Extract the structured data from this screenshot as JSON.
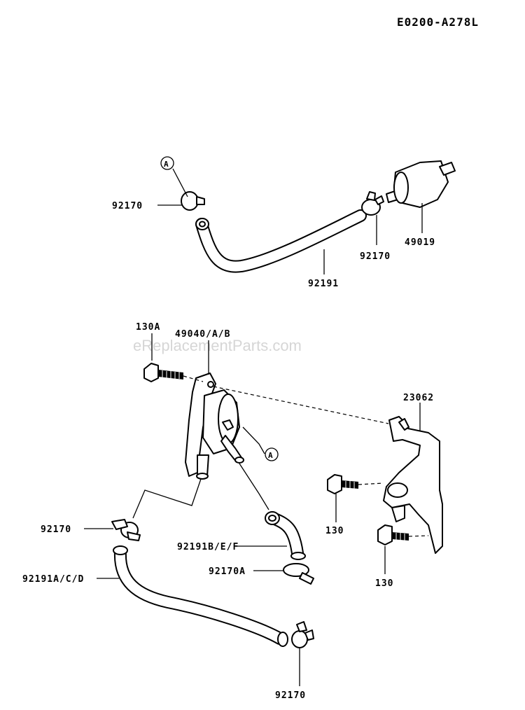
{
  "diagram_code": "E0200-A278L",
  "watermark": "eReplacementParts.com",
  "callout_letter": "A",
  "labels": {
    "clamp_upper_left": "92170",
    "clamp_upper_right": "92170",
    "fuel_filter": "49019",
    "hose_upper": "92191",
    "bolt_pump": "130A",
    "fuel_pump": "49040/A/B",
    "bracket": "23062",
    "bolt_bracket_upper": "130",
    "bolt_bracket_lower": "130",
    "clamp_left": "92170",
    "hose_short": "92191B/E/F",
    "clamp_short": "92170A",
    "hose_long": "92191A/C/D",
    "clamp_bottom": "92170"
  }
}
